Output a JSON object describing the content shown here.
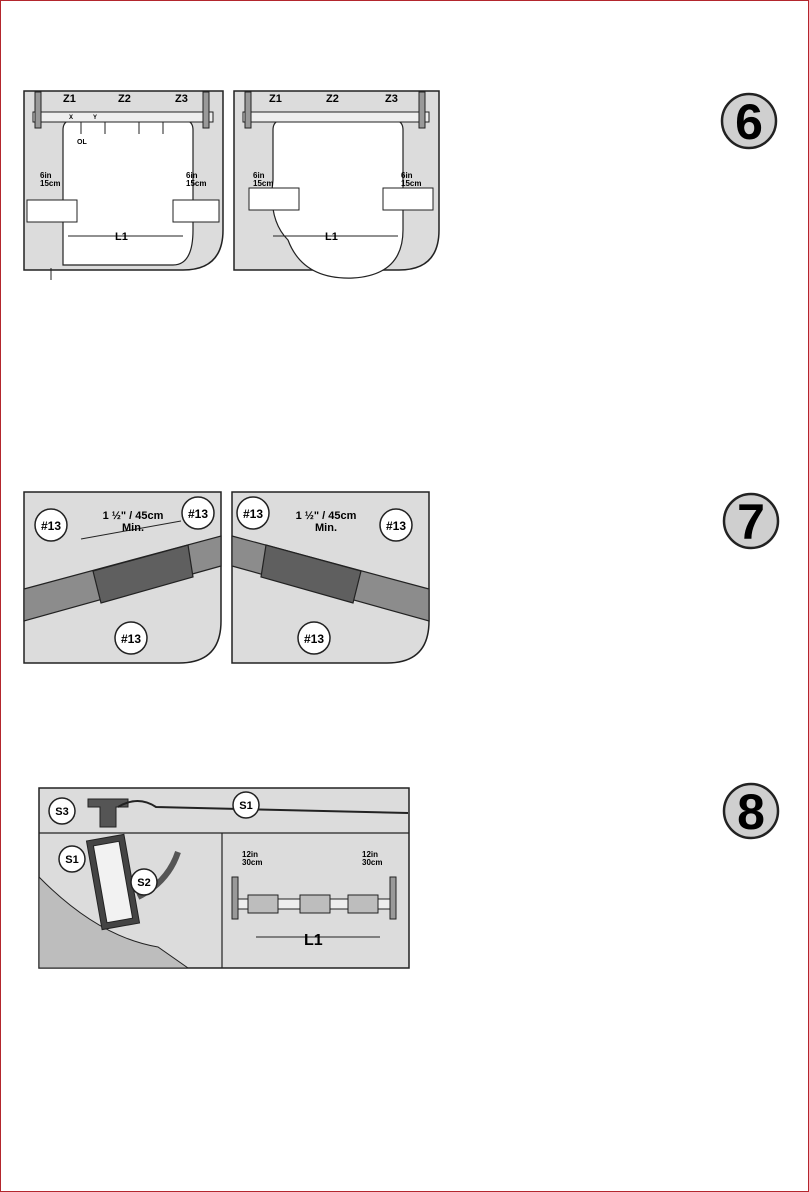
{
  "steps": [
    {
      "number": "6",
      "zones": [
        "Z1",
        "Z2",
        "Z3"
      ],
      "marks": {
        "x": "X",
        "y": "Y",
        "ol": "OL"
      },
      "offset_label": [
        "6in",
        "15cm"
      ],
      "length_label": "L1"
    },
    {
      "number": "7",
      "overlap_label": [
        "1 ½\" / 45cm",
        "Min."
      ],
      "part_label": "#13"
    },
    {
      "number": "8",
      "parts": {
        "s1": "S1",
        "s2": "S2",
        "s3": "S3"
      },
      "offset_label": [
        "12in",
        "30cm"
      ],
      "length_label": "L1"
    }
  ],
  "colors": {
    "border": "#b3262d",
    "panel": "#dcdcdc",
    "tube": "#8c8c8c",
    "badge": "#cfcfcf"
  }
}
